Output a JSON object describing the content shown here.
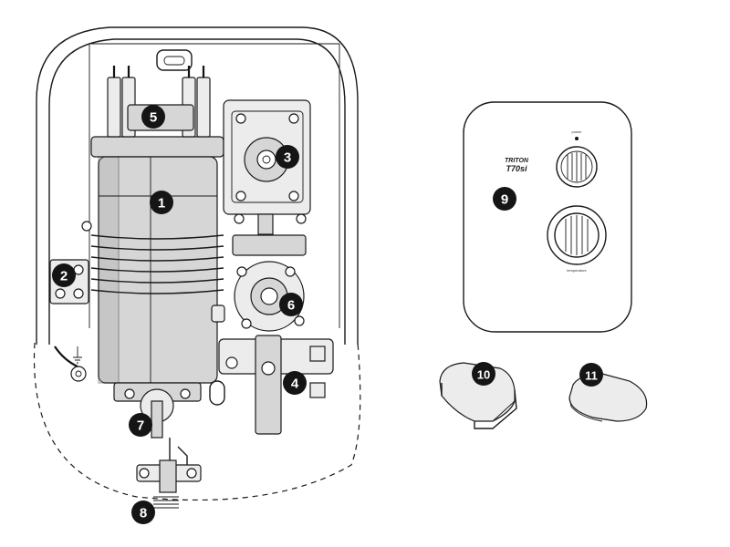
{
  "callouts": [
    "1",
    "2",
    "3",
    "4",
    "5",
    "6",
    "7",
    "8",
    "9",
    "10",
    "11"
  ],
  "cover": {
    "brand": "TRITON",
    "model": "T70si",
    "knob_top_label": "power",
    "knob_bottom_label": "temperature"
  },
  "colors": {
    "callout_fill": "#151515",
    "line": "#1a1a1a",
    "component_fill": "#d6d6d6"
  }
}
